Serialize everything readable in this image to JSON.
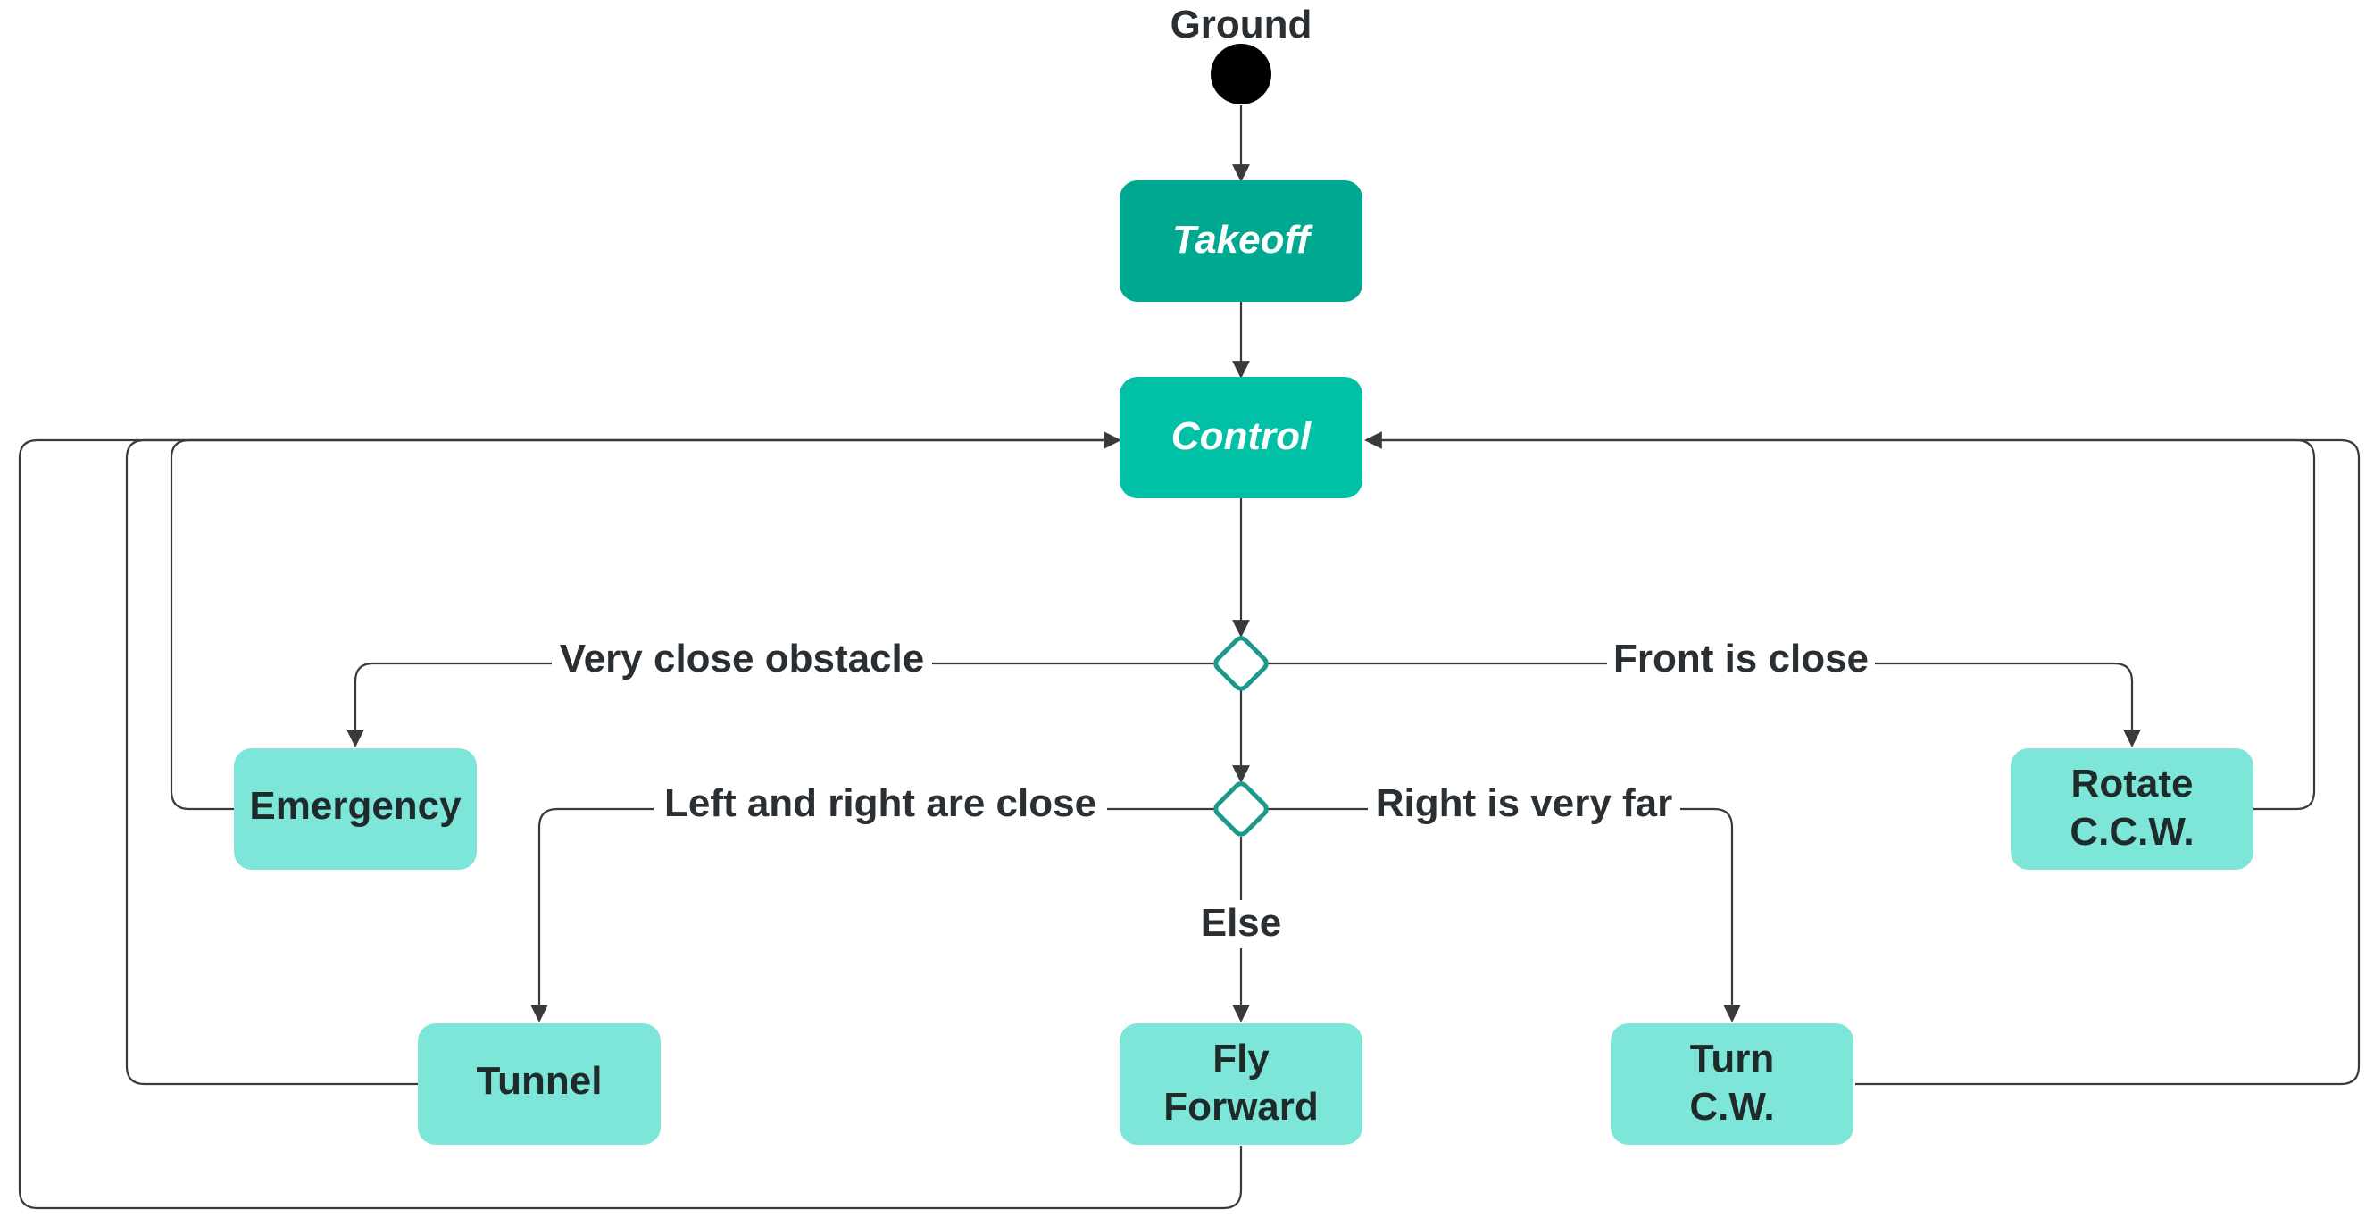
{
  "start": {
    "label": "Ground"
  },
  "nodes": {
    "takeoff": {
      "label": "Takeoff",
      "color": "#00a88f"
    },
    "control": {
      "label": "Control",
      "color": "#00c0a6"
    },
    "emergency": {
      "label": "Emergency",
      "color": "#7de6d8"
    },
    "rotate": {
      "label1": "Rotate",
      "label2": "C.C.W.",
      "color": "#7de6d8"
    },
    "tunnel": {
      "label": "Tunnel",
      "color": "#7de6d8"
    },
    "fly_forward": {
      "label1": "Fly",
      "label2": "Forward",
      "color": "#7de6d8"
    },
    "turn": {
      "label1": "Turn",
      "label2": "C.W.",
      "color": "#7de6d8"
    }
  },
  "edge_labels": {
    "very_close": "Very close obstacle",
    "front_close": "Front is close",
    "left_right": "Left and right are close",
    "right_far": "Right is very far",
    "else": "Else"
  },
  "decision_color": "#1b9a8a"
}
